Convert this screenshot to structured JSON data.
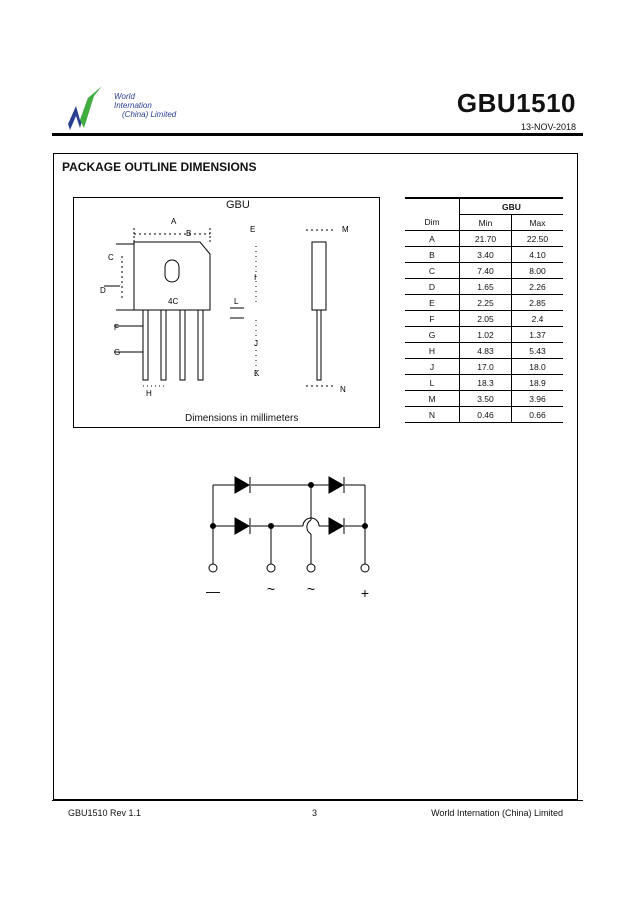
{
  "header": {
    "company_lines": [
      "World",
      "Internation",
      "(China) Limited"
    ],
    "part_number": "GBU1510",
    "date": "13-NOV-2018"
  },
  "section": {
    "title": "PACKAGE OUTLINE DIMENSIONS"
  },
  "drawing": {
    "package_label": "GBU",
    "body_marking": "4C",
    "dimension_letters": [
      "A",
      "B",
      "C",
      "D",
      "E",
      "F",
      "G",
      "H",
      "I",
      "J",
      "K",
      "L",
      "M",
      "N"
    ],
    "note": "Dimensions in millimeters"
  },
  "dimensions_table": {
    "group_header": "GBU",
    "columns": [
      "Dim",
      "Min",
      "Max"
    ],
    "rows": [
      [
        "A",
        "21.70",
        "22.50"
      ],
      [
        "B",
        "3.40",
        "4.10"
      ],
      [
        "C",
        "7.40",
        "8.00"
      ],
      [
        "D",
        "1.65",
        "2.26"
      ],
      [
        "E",
        "2.25",
        "2.85"
      ],
      [
        "F",
        "2.05",
        "2.4"
      ],
      [
        "G",
        "1.02",
        "1.37"
      ],
      [
        "H",
        "4.83",
        "5.43"
      ],
      [
        "J",
        "17.0",
        "18.0"
      ],
      [
        "L",
        "18.3",
        "18.9"
      ],
      [
        "M",
        "3.50",
        "3.96"
      ],
      [
        "N",
        "0.46",
        "0.66"
      ]
    ]
  },
  "schematic": {
    "terminals": [
      "—",
      "~",
      "~",
      "+"
    ]
  },
  "footer": {
    "revision": "GBU1510 Rev 1.1",
    "page": "3",
    "company": "World Internation (China) Limited"
  }
}
